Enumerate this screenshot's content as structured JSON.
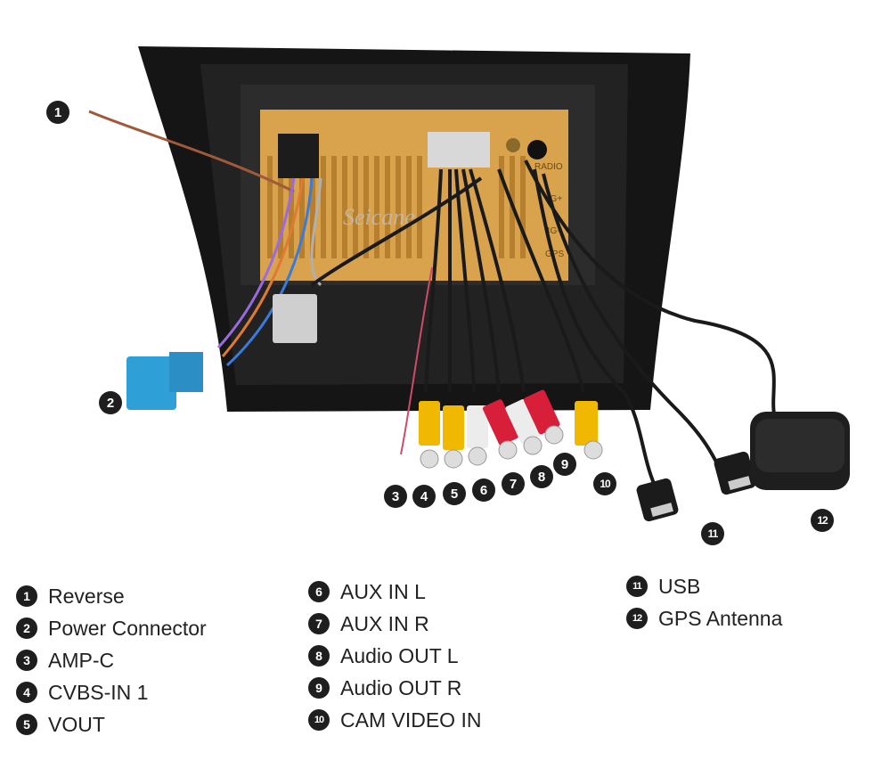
{
  "photo": {
    "watermark": "Seicane",
    "port_labels": [
      "RADIO",
      "4G+",
      "4G-",
      "GPS"
    ]
  },
  "callouts": [
    "1",
    "2",
    "3",
    "4",
    "5",
    "6",
    "7",
    "8",
    "9",
    "10",
    "11",
    "12"
  ],
  "legend": {
    "column1": [
      {
        "num": "1",
        "label": "Reverse"
      },
      {
        "num": "2",
        "label": "Power Connector"
      },
      {
        "num": "3",
        "label": "AMP-C"
      },
      {
        "num": "4",
        "label": "CVBS-IN 1"
      },
      {
        "num": "5",
        "label": "VOUT"
      }
    ],
    "column2": [
      {
        "num": "6",
        "label": "AUX IN L"
      },
      {
        "num": "7",
        "label": "AUX IN R"
      },
      {
        "num": "8",
        "label": "Audio OUT L"
      },
      {
        "num": "9",
        "label": "Audio OUT R"
      },
      {
        "num": "10",
        "label": "CAM VIDEO IN"
      }
    ],
    "column3": [
      {
        "num": "11",
        "label": "USB"
      },
      {
        "num": "12",
        "label": "GPS Antenna"
      }
    ]
  }
}
